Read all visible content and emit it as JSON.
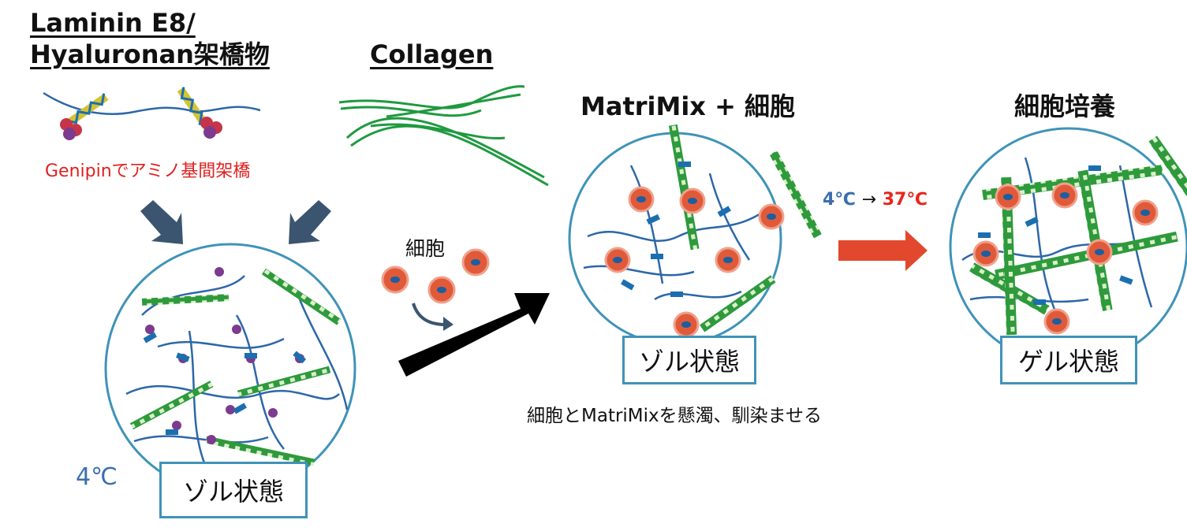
{
  "titles": {
    "laminin_line1": "Laminin E8/",
    "laminin_line2": "Hyaluronan架橋物",
    "collagen": "Collagen",
    "matrimix_cells": "MatriMix + 細胞",
    "cell_culture": "細胞培養"
  },
  "labels": {
    "genipin": "Genipinでアミノ基間架橋",
    "cells": "細胞",
    "temp_left": "4℃",
    "sol_state": "ゾル状態",
    "gel_state": "ゲル状態",
    "suspend_note": "細胞とMatriMixを懸濁、馴染ませる",
    "temp_from": "4℃",
    "temp_arrow": "→",
    "temp_to": "37℃"
  },
  "colors": {
    "circle_outline": "#3f93b8",
    "genipin_text": "#e02020",
    "temp_blue": "#3a6fb0",
    "temp_red": "#e8251b",
    "arrow_red": "#e2482d",
    "arrow_dark": "#3b5570",
    "collagen_green": "#1f9a3f",
    "cell_red": "#e05a3a",
    "nucleus_blue": "#1b5fa0"
  },
  "icons": [
    "down-arrow-icon",
    "black-arrow-icon",
    "red-arrow-icon",
    "cell-icon",
    "collagen-fiber-icon",
    "laminin-molecule-icon"
  ]
}
